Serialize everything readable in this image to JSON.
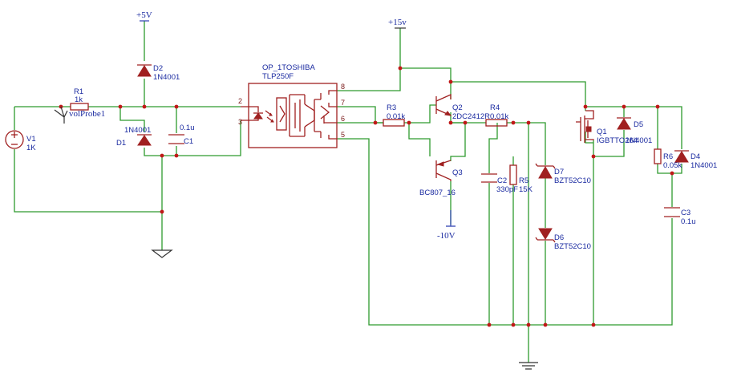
{
  "components": {
    "V1": {
      "ref": "V1",
      "value": "1K"
    },
    "R1": {
      "ref": "R1",
      "value": "1k"
    },
    "probe": {
      "label": "volProbe1"
    },
    "D1": {
      "ref": "D1",
      "value": "1N4001"
    },
    "D2": {
      "ref": "D2",
      "value": "1N4001"
    },
    "C1": {
      "ref": "C1",
      "value": "0.1u"
    },
    "U1": {
      "ref": "OP_1TOSHIBA",
      "value": "TLP250F",
      "pins": [
        "2",
        "3",
        "8",
        "7",
        "6",
        "5"
      ]
    },
    "R3": {
      "ref": "R3",
      "value": "0.01k"
    },
    "Q2": {
      "ref": "Q2",
      "value": "2DC2412R"
    },
    "Q3": {
      "ref": "Q3",
      "value": "BC807_16"
    },
    "R4": {
      "ref": "R4",
      "value": "0.01k"
    },
    "C2": {
      "ref": "C2",
      "value": "330pF"
    },
    "R5": {
      "ref": "R5",
      "value": "15K"
    },
    "D7": {
      "ref": "D7",
      "value": "BZT52C10"
    },
    "D6": {
      "ref": "D6",
      "value": "BZT52C10"
    },
    "Q1": {
      "ref": "Q1",
      "value": "IGBTTO264"
    },
    "D5": {
      "ref": "D5",
      "value": "1N4001"
    },
    "R6": {
      "ref": "R6",
      "value": "0.05k"
    },
    "D4": {
      "ref": "D4",
      "value": "1N4001"
    },
    "C3": {
      "ref": "C3",
      "value": "0.1u"
    }
  },
  "power": {
    "vcc5": "+5V",
    "vcc15": "+15v",
    "vee": "-10V"
  },
  "colors": {
    "wire": "#2e9a2e",
    "part": "#a02020",
    "label": "#1a2aa0"
  }
}
